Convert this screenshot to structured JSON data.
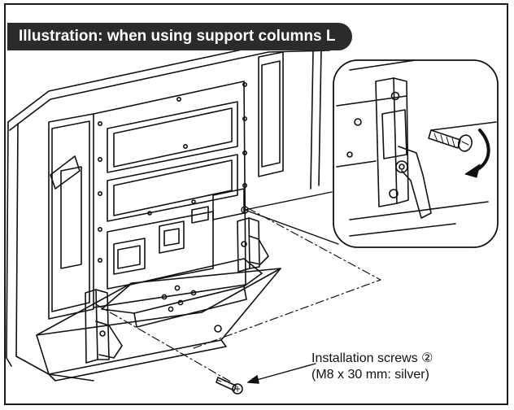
{
  "figure": {
    "title": "Illustration: when using support columns L",
    "caption": {
      "line1": "Installation screws ②",
      "line2": "(M8 x 30 mm: silver)"
    }
  }
}
